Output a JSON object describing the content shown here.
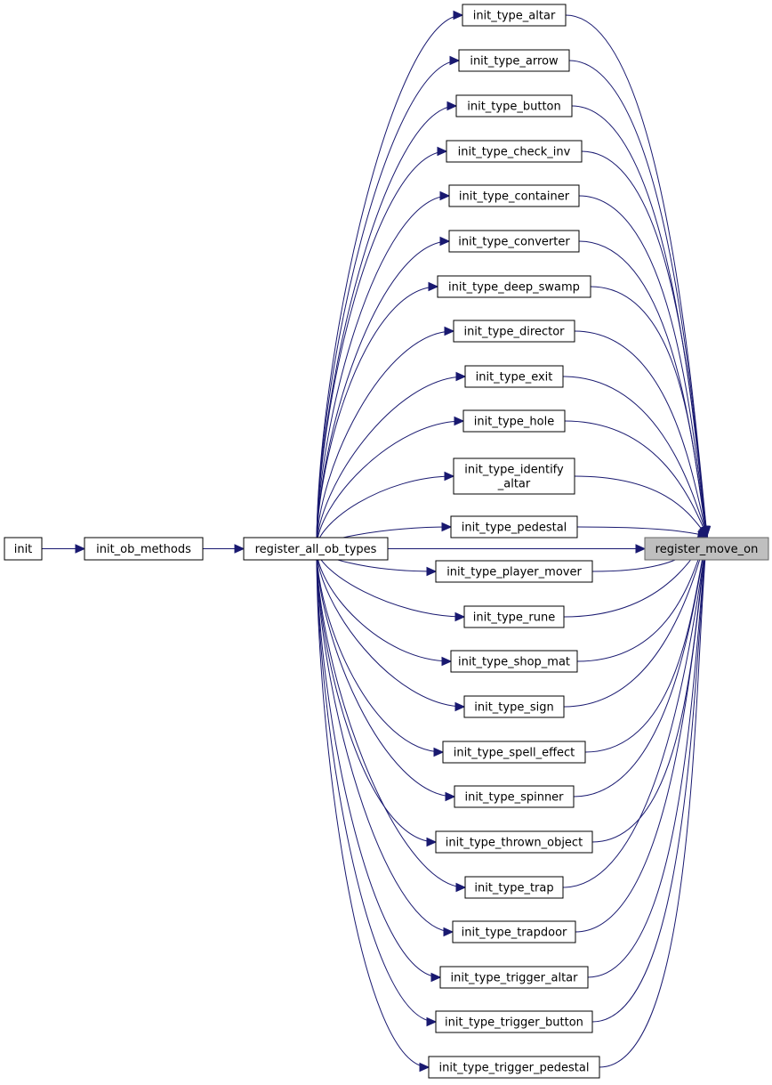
{
  "diagram": {
    "focus_node": "register_move_on",
    "nodes": {
      "init": [
        "init"
      ],
      "init_ob_methods": [
        "init_ob_methods"
      ],
      "register_all_ob_types": [
        "register_all_ob_types"
      ],
      "register_move_on": [
        "register_move_on"
      ],
      "init_type_altar": [
        "init_type_altar"
      ],
      "init_type_arrow": [
        "init_type_arrow"
      ],
      "init_type_button": [
        "init_type_button"
      ],
      "init_type_check_inv": [
        "init_type_check_inv"
      ],
      "init_type_container": [
        "init_type_container"
      ],
      "init_type_converter": [
        "init_type_converter"
      ],
      "init_type_deep_swamp": [
        "init_type_deep_swamp"
      ],
      "init_type_director": [
        "init_type_director"
      ],
      "init_type_exit": [
        "init_type_exit"
      ],
      "init_type_hole": [
        "init_type_hole"
      ],
      "init_type_identify_altar": [
        "init_type_identify",
        "_altar"
      ],
      "init_type_pedestal": [
        "init_type_pedestal"
      ],
      "init_type_player_mover": [
        "init_type_player_mover"
      ],
      "init_type_rune": [
        "init_type_rune"
      ],
      "init_type_shop_mat": [
        "init_type_shop_mat"
      ],
      "init_type_sign": [
        "init_type_sign"
      ],
      "init_type_spell_effect": [
        "init_type_spell_effect"
      ],
      "init_type_spinner": [
        "init_type_spinner"
      ],
      "init_type_thrown_object": [
        "init_type_thrown_object"
      ],
      "init_type_trap": [
        "init_type_trap"
      ],
      "init_type_trapdoor": [
        "init_type_trapdoor"
      ],
      "init_type_trigger_altar": [
        "init_type_trigger_altar"
      ],
      "init_type_trigger_button": [
        "init_type_trigger_button"
      ],
      "init_type_trigger_pedestal": [
        "init_type_trigger_pedestal"
      ]
    },
    "middle_nodes": [
      "init_type_altar",
      "init_type_arrow",
      "init_type_button",
      "init_type_check_inv",
      "init_type_container",
      "init_type_converter",
      "init_type_deep_swamp",
      "init_type_director",
      "init_type_exit",
      "init_type_hole",
      "init_type_identify_altar",
      "init_type_pedestal",
      "init_type_player_mover",
      "init_type_rune",
      "init_type_shop_mat",
      "init_type_sign",
      "init_type_spell_effect",
      "init_type_spinner",
      "init_type_thrown_object",
      "init_type_trap",
      "init_type_trapdoor",
      "init_type_trigger_altar",
      "init_type_trigger_button",
      "init_type_trigger_pedestal"
    ],
    "edges": [
      {
        "from": "init",
        "to": "init_ob_methods"
      },
      {
        "from": "init_ob_methods",
        "to": "register_all_ob_types"
      },
      {
        "from": "register_all_ob_types",
        "to": "register_move_on"
      },
      {
        "from": "init_type_altar",
        "to": "register_move_on"
      },
      {
        "from": "init_type_arrow",
        "to": "register_move_on"
      },
      {
        "from": "init_type_button",
        "to": "register_move_on"
      },
      {
        "from": "init_type_check_inv",
        "to": "register_move_on"
      },
      {
        "from": "init_type_container",
        "to": "register_move_on"
      },
      {
        "from": "init_type_converter",
        "to": "register_move_on"
      },
      {
        "from": "init_type_deep_swamp",
        "to": "register_move_on"
      },
      {
        "from": "init_type_director",
        "to": "register_move_on"
      },
      {
        "from": "init_type_exit",
        "to": "register_move_on"
      },
      {
        "from": "init_type_hole",
        "to": "register_move_on"
      },
      {
        "from": "init_type_identify_altar",
        "to": "register_move_on"
      },
      {
        "from": "init_type_pedestal",
        "to": "register_move_on"
      },
      {
        "from": "init_type_player_mover",
        "to": "register_move_on"
      },
      {
        "from": "init_type_rune",
        "to": "register_move_on"
      },
      {
        "from": "init_type_shop_mat",
        "to": "register_move_on"
      },
      {
        "from": "init_type_sign",
        "to": "register_move_on"
      },
      {
        "from": "init_type_spell_effect",
        "to": "register_move_on"
      },
      {
        "from": "init_type_spinner",
        "to": "register_move_on"
      },
      {
        "from": "init_type_thrown_object",
        "to": "register_move_on"
      },
      {
        "from": "init_type_trap",
        "to": "register_move_on"
      },
      {
        "from": "init_type_trapdoor",
        "to": "register_move_on"
      },
      {
        "from": "init_type_trigger_altar",
        "to": "register_move_on"
      },
      {
        "from": "init_type_trigger_button",
        "to": "register_move_on"
      },
      {
        "from": "init_type_trigger_pedestal",
        "to": "register_move_on"
      },
      {
        "from": "register_all_ob_types",
        "to": "init_type_altar"
      },
      {
        "from": "register_all_ob_types",
        "to": "init_type_arrow"
      },
      {
        "from": "register_all_ob_types",
        "to": "init_type_button"
      },
      {
        "from": "register_all_ob_types",
        "to": "init_type_check_inv"
      },
      {
        "from": "register_all_ob_types",
        "to": "init_type_container"
      },
      {
        "from": "register_all_ob_types",
        "to": "init_type_converter"
      },
      {
        "from": "register_all_ob_types",
        "to": "init_type_deep_swamp"
      },
      {
        "from": "register_all_ob_types",
        "to": "init_type_director"
      },
      {
        "from": "register_all_ob_types",
        "to": "init_type_exit"
      },
      {
        "from": "register_all_ob_types",
        "to": "init_type_hole"
      },
      {
        "from": "register_all_ob_types",
        "to": "init_type_identify_altar"
      },
      {
        "from": "register_all_ob_types",
        "to": "init_type_pedestal"
      },
      {
        "from": "register_all_ob_types",
        "to": "init_type_player_mover"
      },
      {
        "from": "register_all_ob_types",
        "to": "init_type_rune"
      },
      {
        "from": "register_all_ob_types",
        "to": "init_type_shop_mat"
      },
      {
        "from": "register_all_ob_types",
        "to": "init_type_sign"
      },
      {
        "from": "register_all_ob_types",
        "to": "init_type_spell_effect"
      },
      {
        "from": "register_all_ob_types",
        "to": "init_type_spinner"
      },
      {
        "from": "register_all_ob_types",
        "to": "init_type_thrown_object"
      },
      {
        "from": "register_all_ob_types",
        "to": "init_type_trap"
      },
      {
        "from": "register_all_ob_types",
        "to": "init_type_trapdoor"
      },
      {
        "from": "register_all_ob_types",
        "to": "init_type_trigger_altar"
      },
      {
        "from": "register_all_ob_types",
        "to": "init_type_trigger_button"
      },
      {
        "from": "register_all_ob_types",
        "to": "init_type_trigger_pedestal"
      }
    ],
    "colors": {
      "edge": "#191970",
      "node_border": "#000000",
      "node_fill": "#ffffff",
      "focus_fill": "#bfbfbf",
      "focus_border": "#666666"
    }
  }
}
